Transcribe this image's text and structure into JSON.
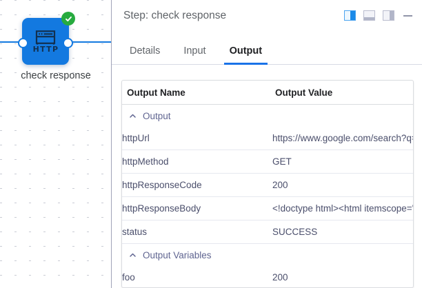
{
  "canvas": {
    "node": {
      "icon": "http-node-icon",
      "icon_text": "HTTP",
      "label": "check response",
      "status_icon": "success-check-icon"
    }
  },
  "panel": {
    "header": {
      "title": "Step: check response",
      "actions": [
        {
          "icon": "layout-split-panel-icon",
          "active": true
        },
        {
          "icon": "layout-bottom-panel-icon",
          "active": false
        },
        {
          "icon": "layout-right-panel-icon",
          "active": false
        },
        {
          "icon": "minimize-icon",
          "active": false
        }
      ]
    },
    "tabs": [
      {
        "label": "Details",
        "active": false
      },
      {
        "label": "Input",
        "active": false
      },
      {
        "label": "Output",
        "active": true
      }
    ],
    "table": {
      "columns": [
        "Output Name",
        "Output Value"
      ],
      "groups": [
        {
          "label": "Output",
          "expanded": true,
          "rows": [
            {
              "name": "httpUrl",
              "value": "https://www.google.com/search?q="
            },
            {
              "name": "httpMethod",
              "value": "GET"
            },
            {
              "name": "httpResponseCode",
              "value": "200"
            },
            {
              "name": "httpResponseBody",
              "value": "<!doctype html><html itemscope='"
            },
            {
              "name": "status",
              "value": "SUCCESS"
            }
          ]
        },
        {
          "label": "Output Variables",
          "expanded": true,
          "rows": [
            {
              "name": "foo",
              "value": "200"
            }
          ]
        }
      ]
    }
  },
  "colors": {
    "node_blue": "#1379e0",
    "accent_blue": "#1a73e8",
    "success_green": "#27ab3f",
    "text_primary": "#202124",
    "text_secondary": "#5f6368",
    "table_text": "#4a4e6b"
  }
}
